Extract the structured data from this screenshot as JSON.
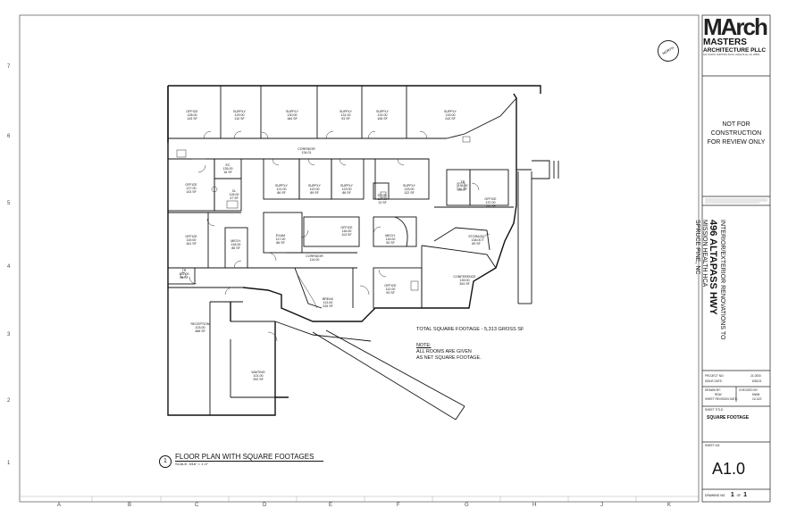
{
  "grid": {
    "rows": [
      "7",
      "6",
      "5",
      "4",
      "3",
      "2",
      "1"
    ],
    "cols": [
      "A",
      "B",
      "C",
      "D",
      "E",
      "F",
      "G",
      "H",
      "J",
      "K"
    ]
  },
  "title_block": {
    "logo": "MArch",
    "firm": "MASTERS",
    "firm_sub": "ARCHITECTURE PLLC",
    "address": "624 NORTH SHIPPING BLVD, ASHEVILLE, NC 28804",
    "stamp": "NOT FOR CONSTRUCTION FOR REVIEW ONLY",
    "project_line1": "INTERIOR/EXTERIOR RENOVATIONS TO",
    "project_line2": "496 ALTAPASS HWY",
    "project_line3": "MISSION HEALTH HCA",
    "project_line4": "SPRUCE PINE, NC",
    "project_no_label": "PROJECT NO:",
    "project_no": "21-0000",
    "issue_date_label": "ISSUE DATE:",
    "issue_date": "8/30/21",
    "drawn_by_label": "DRAWN BY:",
    "drawn_by": "RDW",
    "checked_by_label": "CHECKED BY:",
    "checked_by": "MWM",
    "revision_label": "SHEET REVISION DATE:",
    "revision": "11/1/22",
    "sheet_title_label": "SHEET TITLE:",
    "sheet_title": "SQUARE FOOTAGE",
    "sheet_no_label": "SHEET NO:",
    "sheet_no": "A1.0",
    "drawing_no_label": "DRAWING NO.",
    "drawing_no": "1",
    "of_label": "OF",
    "of_total": "1"
  },
  "north": "NORTH",
  "drawing_title": "FLOOR PLAN WITH SQUARE FOOTAGES",
  "drawing_number": "1",
  "scale": "SCALE: 3/16\" = 1'-0\"",
  "total_sf": "TOTAL SQUARE FOOTAGE - 5,313 GROSS SF",
  "note_heading": "NOTE:",
  "note_line1": "ALL ROOMS ARE GIVEN",
  "note_line2": "AS NET SQUARE FOOTAGE.",
  "rooms": [
    {
      "name": "OFFICE",
      "num": "128.00",
      "sf": "143 SF"
    },
    {
      "name": "SUPPLY",
      "num": "129.00",
      "sf": "110 SF"
    },
    {
      "name": "SUPPLY",
      "num": "130.00",
      "sf": "184 SF"
    },
    {
      "name": "SUPPLY",
      "num": "131.00",
      "sf": "93 SF"
    },
    {
      "name": "SUPPLY",
      "num": "132.00",
      "sf": "106 SF"
    },
    {
      "name": "SUPPLY",
      "num": "133.00",
      "sf": "243 SF"
    },
    {
      "name": "CORRIDOR",
      "num": "134.01",
      "sf": ""
    },
    {
      "name": "EC",
      "num": "135.00",
      "sf": "16 SF"
    },
    {
      "name": "OFFICE",
      "num": "127.00",
      "sf": "143 SF"
    },
    {
      "name": "CL",
      "num": "126.00",
      "sf": "47 SF"
    },
    {
      "name": "SUPPLY",
      "num": "121.00",
      "sf": "86 SF"
    },
    {
      "name": "SUPPLY",
      "num": "122.00",
      "sf": "89 SF"
    },
    {
      "name": "SUPPLY",
      "num": "123.00",
      "sf": "86 SF"
    },
    {
      "name": "STOR.",
      "num": "124.00",
      "sf": "13 SF"
    },
    {
      "name": "SUPPLY",
      "num": "125.00",
      "sf": "122 SF"
    },
    {
      "name": "TR",
      "num": "136.00",
      "sf": "86 SF"
    },
    {
      "name": "OFFICE",
      "num": "137.00",
      "sf": "193 SF"
    },
    {
      "name": "OFFICE",
      "num": "119.00",
      "sf": "161 SF"
    },
    {
      "name": "MECH.",
      "num": "118.00",
      "sf": "86 SF"
    },
    {
      "name": "EXAM",
      "num": "117.00",
      "sf": "86 SF"
    },
    {
      "name": "OFFICE",
      "num": "116.00",
      "sf": "113 SF"
    },
    {
      "name": "MECH.",
      "num": "115.00",
      "sf": "50 SF"
    },
    {
      "name": "STORAGE",
      "num": "138.00",
      "sf": "69 SF"
    },
    {
      "name": "CORRIDOR",
      "num": "114.00",
      "sf": ""
    },
    {
      "name": "CONFERENCE",
      "num": "139.00",
      "sf": "304 SF"
    },
    {
      "name": "TR",
      "num": "102.00",
      "sf": "56 SF"
    },
    {
      "name": "OFFICE",
      "num": "112.00",
      "sf": "93 SF"
    },
    {
      "name": "BREAK",
      "num": "113.00",
      "sf": "226 SF"
    },
    {
      "name": "RECEPTION",
      "num": "103.00",
      "sf": "466 SF"
    },
    {
      "name": "WAITING",
      "num": "101.00",
      "sf": "292 SF"
    }
  ]
}
